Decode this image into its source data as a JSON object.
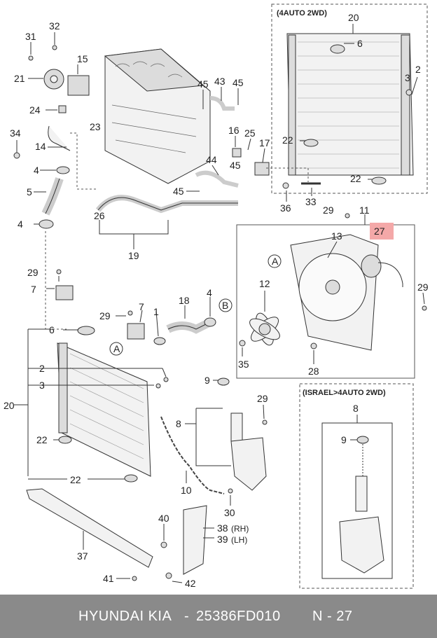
{
  "footer": {
    "brand": "HYUNDAI  KIA",
    "separator": "-",
    "part_number": "25386FD010",
    "page_ref": "N - 27"
  },
  "boxes": {
    "auto_2wd": "(4AUTO 2WD)",
    "israel": "(ISRAEL>4AUTO 2WD)"
  },
  "callouts": {
    "c31": "31",
    "c32": "32",
    "c15": "15",
    "c21": "21",
    "c24": "24",
    "c23": "23",
    "c34": "34",
    "c14": "14",
    "c4a": "4",
    "c5": "5",
    "c4b": "4",
    "c26": "26",
    "c19": "19",
    "c45a": "45",
    "c43": "43",
    "c45b": "45",
    "c16": "16",
    "c25": "25",
    "c17": "17",
    "c45c": "45",
    "c44": "44",
    "c45d": "45",
    "c36": "36",
    "c33": "33",
    "c20a": "20",
    "c6a": "6",
    "c2a": "2",
    "c3a": "3",
    "c22a": "22",
    "c22b": "22",
    "c29a": "29",
    "c11": "11",
    "c27": "27",
    "c13": "13",
    "cA1": "A",
    "c12": "12",
    "c29b": "29",
    "c35": "35",
    "c28": "28",
    "c29c": "29",
    "c7a": "7",
    "c29d": "29",
    "c7b": "7",
    "c1": "1",
    "c18": "18",
    "c4c": "4",
    "cB": "B",
    "c6b": "6",
    "cA2": "A",
    "c2b": "2",
    "c3b": "3",
    "c20b": "20",
    "c22c": "22",
    "c22d": "22",
    "c37": "37",
    "c9a": "9",
    "c8a": "8",
    "c29e": "29",
    "c10": "10",
    "c30": "30",
    "c40": "40",
    "c38": "38",
    "c38s": "(RH)",
    "c39": "39",
    "c39s": "(LH)",
    "c41": "41",
    "c42": "42",
    "c8b": "8",
    "c9b": "9"
  },
  "highlight_color": "#f4a8a8"
}
